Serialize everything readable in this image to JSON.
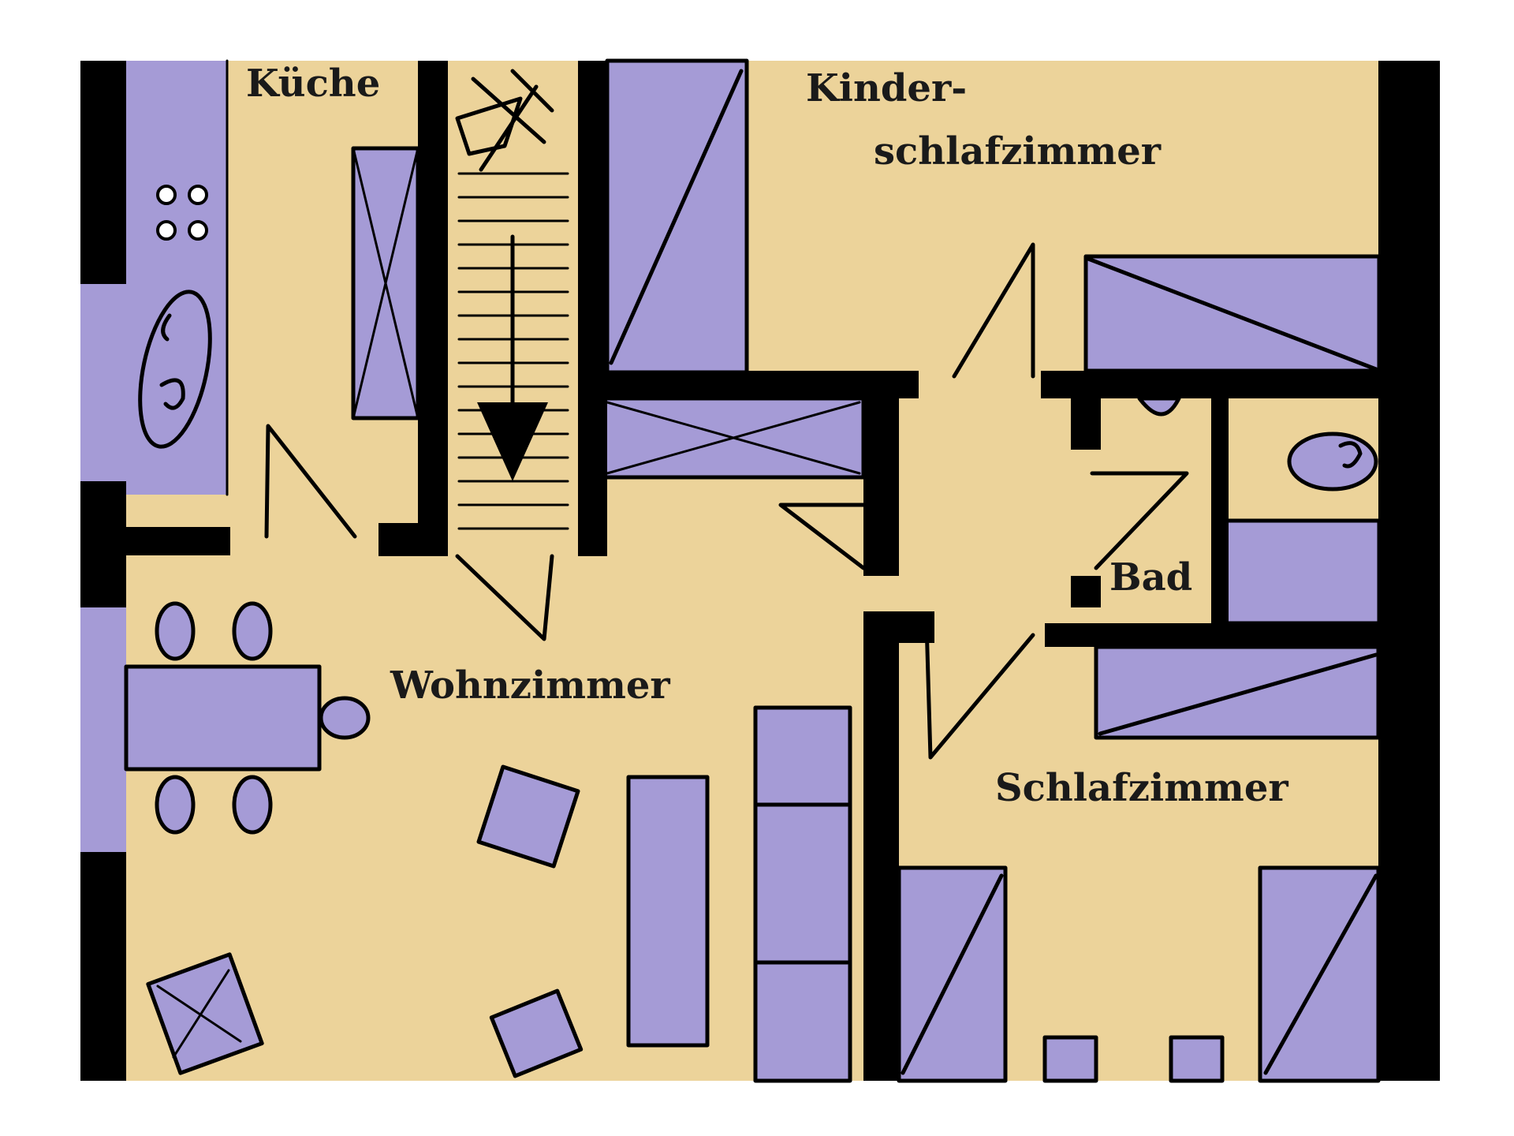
{
  "floor_plan": {
    "rooms": {
      "kitchen": "Küche",
      "kids_bedroom_line1": "Kinder-",
      "kids_bedroom_line2": "schlafzimmer",
      "bathroom": "Bad",
      "living_room": "Wohnzimmer",
      "bedroom": "Schlafzimmer"
    },
    "colors": {
      "floor": "#ecd39a",
      "furniture": "#a59bd6",
      "walls": "#000000",
      "background": "#ffffff"
    }
  }
}
